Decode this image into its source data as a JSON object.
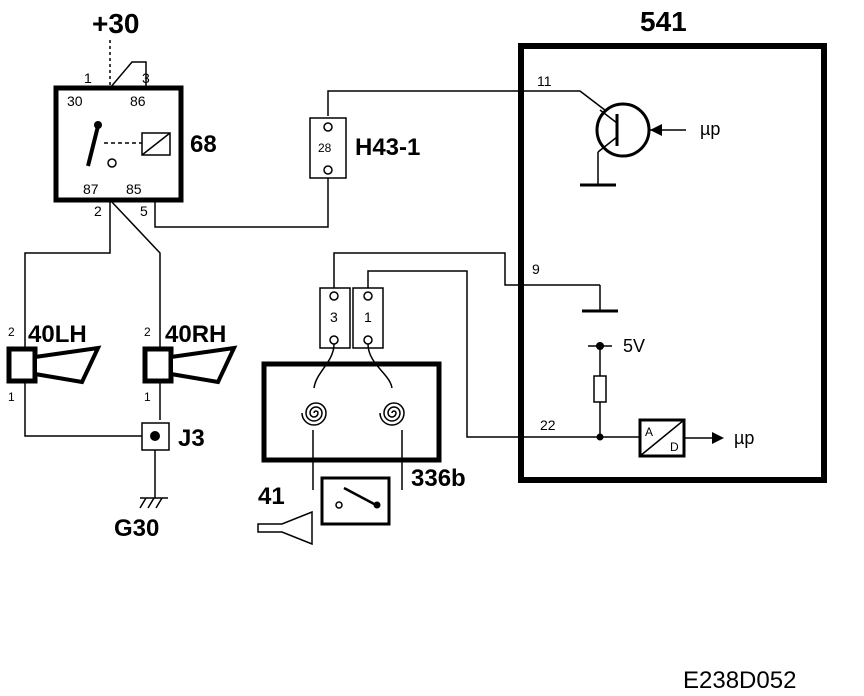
{
  "supply_label": "+30",
  "relay": {
    "id": "68",
    "pin_1": "1",
    "pin_3": "3",
    "pin_30": "30",
    "pin_86": "86",
    "pin_87": "87",
    "pin_85": "85",
    "pin_2": "2",
    "pin_5": "5"
  },
  "connector": {
    "id": "H43-1",
    "pin": "28"
  },
  "module": {
    "id": "541",
    "pin_11": "11",
    "pin_9": "9",
    "pin_22": "22",
    "voltage": "5V",
    "mu_p_top": "µp",
    "mu_p_bottom": "µp",
    "adc_a": "A",
    "adc_d": "D"
  },
  "horns": {
    "left": {
      "id": "40LH",
      "pin_top": "2",
      "pin_bottom": "1"
    },
    "right": {
      "id": "40RH",
      "pin_top": "2",
      "pin_bottom": "1"
    }
  },
  "junction": {
    "id": "J3"
  },
  "ground": {
    "id": "G30"
  },
  "clockspring": {
    "id": "336b",
    "pin_3": "3",
    "pin_1": "1"
  },
  "horn_switch": {
    "id": "41"
  },
  "figure_code": "E238D052"
}
